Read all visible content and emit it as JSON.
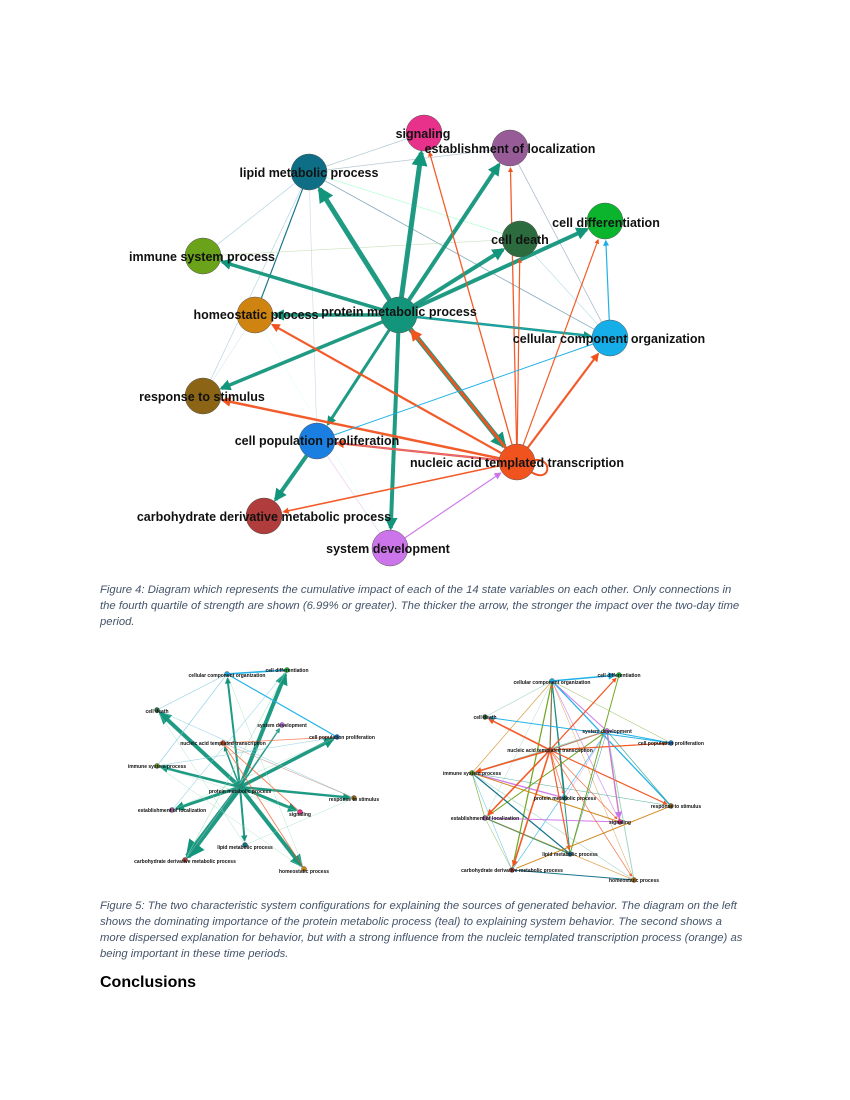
{
  "figure4": {
    "nodes": [
      {
        "id": "signaling",
        "label": "signaling",
        "color": "#e8318a"
      },
      {
        "id": "establishment",
        "label": "establishment of localization",
        "color": "#975c98"
      },
      {
        "id": "lipid",
        "label": "lipid metabolic process",
        "color": "#0d6e85"
      },
      {
        "id": "diff",
        "label": "cell differentiation",
        "color": "#0ab52d"
      },
      {
        "id": "death",
        "label": "cell death",
        "color": "#2c6b3e"
      },
      {
        "id": "immune",
        "label": "immune system process",
        "color": "#6aa219"
      },
      {
        "id": "protein",
        "label": "protein metabolic process",
        "color": "#13957c"
      },
      {
        "id": "homeo",
        "label": "homeostatic process",
        "color": "#cf8310"
      },
      {
        "id": "cco",
        "label": "cellular component organization",
        "color": "#16aee8"
      },
      {
        "id": "response",
        "label": "response to stimulus",
        "color": "#8b6415"
      },
      {
        "id": "prolif",
        "label": "cell population proliferation",
        "color": "#1a7fe0"
      },
      {
        "id": "nucleic",
        "label": "nucleic acid templated transcription",
        "color": "#f1531f"
      },
      {
        "id": "carb",
        "label": "carbohydrate derivative metabolic process",
        "color": "#b03c3b"
      },
      {
        "id": "sysdev",
        "label": "system development",
        "color": "#cc74ea"
      }
    ],
    "caption": "Figure 4: Diagram which represents the cumulative impact of each of the 14 state variables on each other.  Only connections in the fourth quartile of strength are shown (6.99% or greater).  The thicker the arrow, the stronger the impact over the two-day time period."
  },
  "figure5": {
    "left_labels": [
      "cellular component organization",
      "cell differentiation",
      "cell death",
      "system development",
      "nucleic acid templated transcription",
      "cell population proliferation",
      "immune system process",
      "protein metabolic process",
      "response to stimulus",
      "establishment of localization",
      "signaling",
      "lipid metabolic process",
      "carbohydrate derivative metabolic process",
      "homeostatic process"
    ],
    "right_labels": [
      "cellular component organization",
      "cell differentiation",
      "cell death",
      "system development",
      "nucleic acid templated transcription",
      "cell population proliferation",
      "immune system process",
      "protein metabolic process",
      "response to stimulus",
      "establishment of localization",
      "signaling",
      "lipid metabolic process",
      "carbohydrate derivative metabolic process",
      "homeostatic process"
    ],
    "caption": "Figure 5: The two characteristic system configurations for explaining the sources of generated behavior.  The diagram on the left shows the dominating importance of the protein metabolic process (teal) to explaining system behavior.  The second shows a more dispersed explanation for behavior, but with a strong influence from the nucleic templated transcription process (orange) as being important in these time periods."
  },
  "section_heading": "Conclusions",
  "colors": {
    "teal": "#13957c",
    "orange": "#f1531f",
    "blue": "#16aee8",
    "caption_text": "#44546a"
  }
}
